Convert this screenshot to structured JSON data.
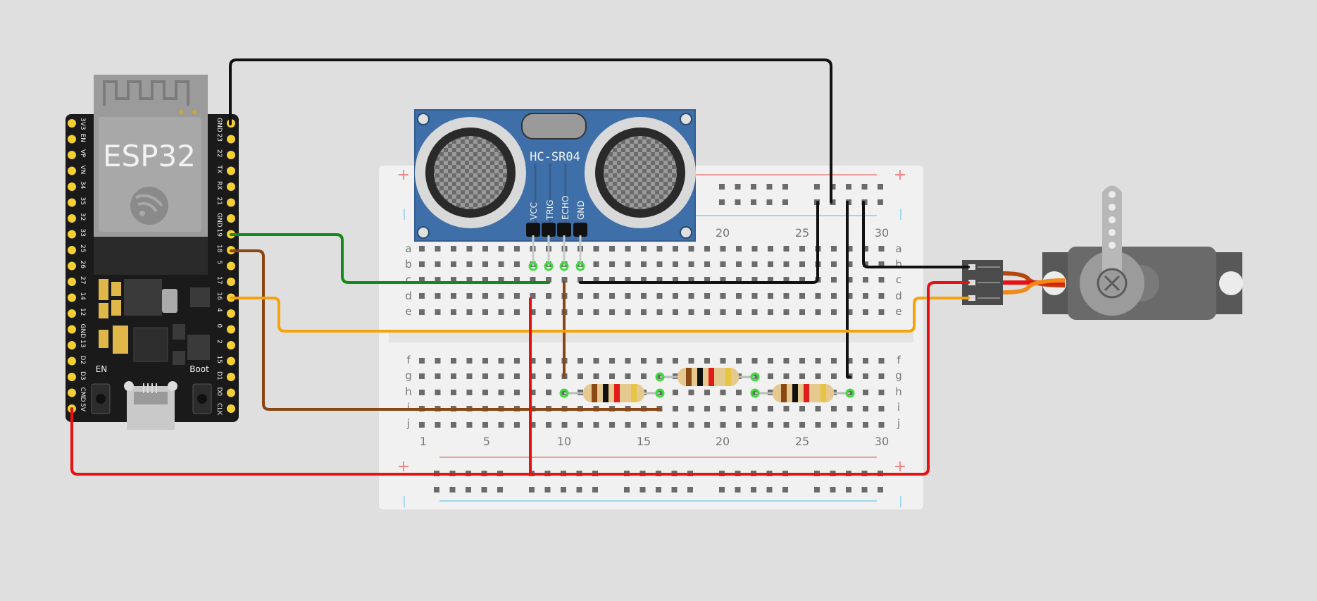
{
  "colors": {
    "canvas": "#dfdfdf",
    "board": "#1a1a1a",
    "pin": "#f5d033",
    "breadboard": "#f1f1f1",
    "hole": "#6b6b6b",
    "sensor_blue": "#3f6fa8",
    "servo": "#585858",
    "rail_red": "#f07f7f",
    "rail_blue": "#7fd0ee",
    "wire_black": "#111111",
    "wire_green": "#138a17",
    "wire_brown": "#8b4513",
    "wire_orange": "#f6a20a",
    "wire_red": "#e81010",
    "pin_active": "#3ddc3d"
  },
  "esp32": {
    "label": "ESP32",
    "left_pins": [
      "3V3",
      "EN",
      "VP",
      "VN",
      "34",
      "35",
      "32",
      "33",
      "25",
      "26",
      "27",
      "14",
      "12",
      "GND",
      "13",
      "D2",
      "D3",
      "CMD",
      "5V"
    ],
    "right_pins": [
      "GND",
      "23",
      "22",
      "TX",
      "RX",
      "21",
      "GND",
      "19",
      "18",
      "5",
      "17",
      "16",
      "4",
      "0",
      "2",
      "15",
      "D1",
      "D0",
      "CLK"
    ],
    "en_label": "EN",
    "boot_label": "Boot",
    "icons": {
      "logo": "espressif-logo-icon",
      "antenna": "antenna-trace-icon"
    }
  },
  "sensor": {
    "label": "HC-SR04",
    "pins": [
      "VCC",
      "TRIG",
      "ECHO",
      "GND"
    ]
  },
  "breadboard": {
    "top_rows": [
      "a",
      "b",
      "c",
      "d",
      "e"
    ],
    "bottom_rows": [
      "f",
      "g",
      "h",
      "i",
      "j"
    ],
    "top_numbers": [
      "20",
      "25",
      "30"
    ],
    "bottom_numbers": [
      "1",
      "5",
      "10",
      "15",
      "20",
      "25",
      "30"
    ],
    "plus_sign": "+",
    "minus_sign": "|"
  },
  "servo": {
    "icons": {
      "horn": "servo-horn-icon",
      "connector": "servo-connector-icon"
    }
  }
}
